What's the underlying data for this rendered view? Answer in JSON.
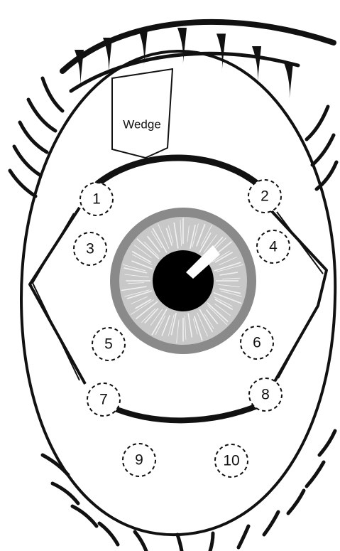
{
  "wedge": {
    "label": "Wedge"
  },
  "points": [
    {
      "id": "1",
      "label": "1"
    },
    {
      "id": "2",
      "label": "2"
    },
    {
      "id": "3",
      "label": "3"
    },
    {
      "id": "4",
      "label": "4"
    },
    {
      "id": "5",
      "label": "5"
    },
    {
      "id": "6",
      "label": "6"
    },
    {
      "id": "7",
      "label": "7"
    },
    {
      "id": "8",
      "label": "8"
    },
    {
      "id": "9",
      "label": "9"
    },
    {
      "id": "10",
      "label": "10"
    }
  ],
  "colors": {
    "outline": "#111111",
    "iris_ring": "#8a8a8a",
    "iris_fill": "#c8c8c8",
    "iris_streaks": "#ffffff",
    "pupil": "#000000"
  }
}
